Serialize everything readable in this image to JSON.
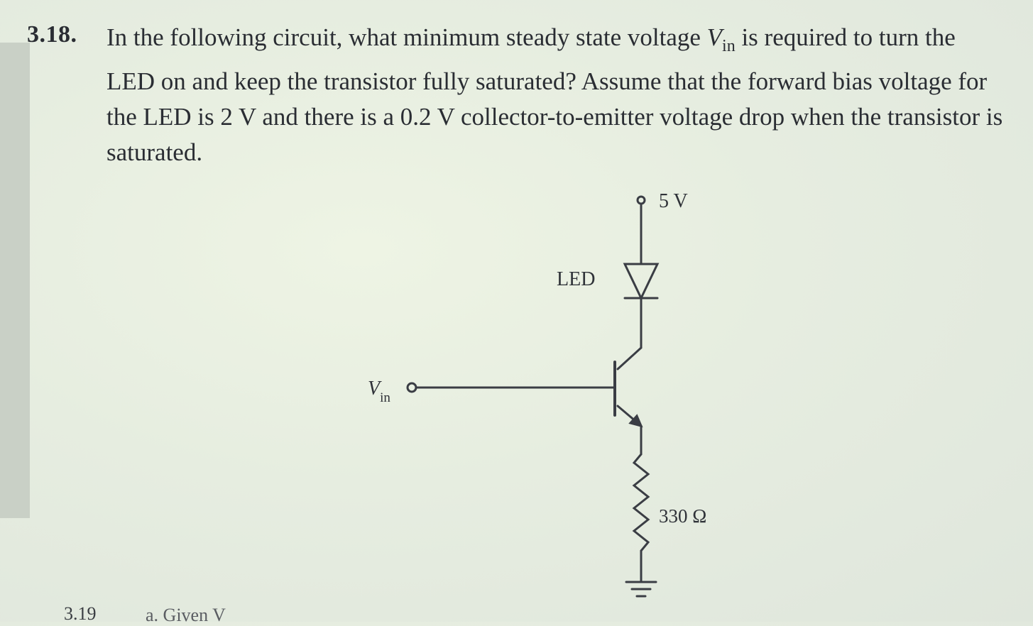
{
  "problem": {
    "number": "3.18.",
    "text_before_var": "In the following circuit, what minimum steady state voltage ",
    "var_symbol": "V",
    "var_subscript": "in",
    "text_after_var": " is required to turn the LED on and keep the transistor fully saturated? Assume that the forward bias voltage for the LED is 2 V and there is a 0.2 V collector-to-emitter voltage drop when the transistor is saturated."
  },
  "circuit": {
    "supply_label": "5 V",
    "led_label": "LED",
    "input_label": "V",
    "input_subscript": "in",
    "resistor_label": "330 Ω"
  },
  "next_problem": {
    "number": "3.19",
    "fragment": "a. Given V"
  },
  "colors": {
    "wire": "#3a3d44",
    "background": "#e6ede0"
  }
}
